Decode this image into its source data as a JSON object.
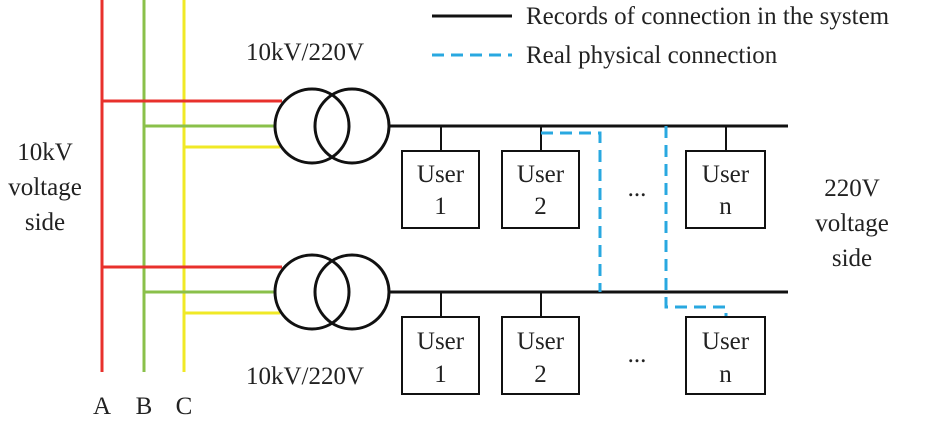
{
  "legend": {
    "system_record": "Records of connection in the system",
    "physical": "Real physical connection"
  },
  "transformers": {
    "top_label": "10kV/220V",
    "bottom_label": "10kV/220V"
  },
  "side_labels": {
    "left": [
      "10kV",
      "voltage",
      "side"
    ],
    "right": [
      "220V",
      "voltage",
      "side"
    ]
  },
  "phases": [
    "A",
    "B",
    "C"
  ],
  "users_top": [
    {
      "line1": "User",
      "line2": "1"
    },
    {
      "line1": "User",
      "line2": "2"
    },
    {
      "line1": "User",
      "line2": "n"
    }
  ],
  "users_bottom": [
    {
      "line1": "User",
      "line2": "1"
    },
    {
      "line1": "User",
      "line2": "2"
    },
    {
      "line1": "User",
      "line2": "n"
    }
  ],
  "ellipsis": "...",
  "colors": {
    "phase_a": "#e8312c",
    "phase_b": "#8ac04a",
    "phase_c": "#f0e926",
    "system_line": "#111111",
    "physical_line": "#29a8e0"
  }
}
